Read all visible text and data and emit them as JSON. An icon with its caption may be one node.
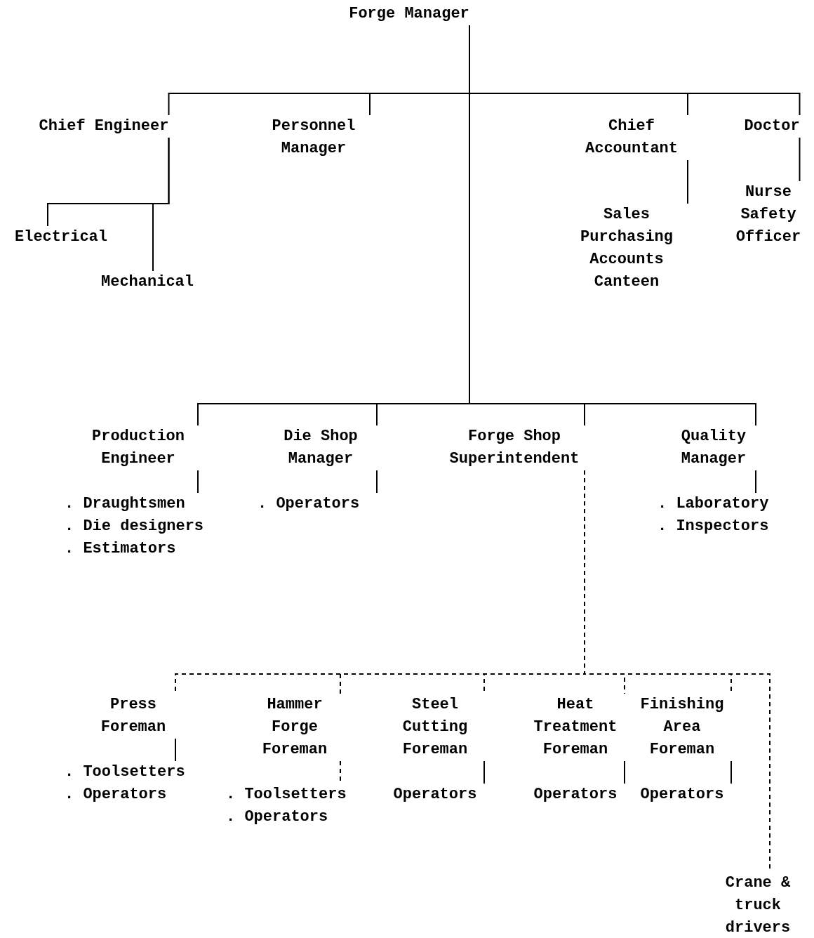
{
  "diagram": {
    "nodes": [
      {
        "text": [
          "Forge Manager"
        ]
      },
      {
        "text": [
          "Chief Engineer"
        ]
      },
      {
        "text": [
          "Personnel Manager"
        ]
      },
      {
        "text": [
          "Chief Accountant"
        ]
      },
      {
        "text": [
          "Doctor"
        ]
      },
      {
        "text": [
          "Electrical"
        ]
      },
      {
        "text": [
          "Mechanical"
        ]
      },
      {
        "text": [
          "Sales",
          "Purchasing",
          "Accounts",
          "Canteen"
        ]
      },
      {
        "text": [
          "Nurse",
          "Safety Officer"
        ]
      },
      {
        "text": [
          "Production Engineer"
        ]
      },
      {
        "text": [
          "Die Shop Manager"
        ]
      },
      {
        "text": [
          "Forge Shop Superintendent"
        ]
      },
      {
        "text": [
          "Quality Manager"
        ]
      },
      {
        "text": [
          ". Draughtsmen",
          ". Die designers",
          ". Estimators"
        ]
      },
      {
        "text": [
          ". Operators"
        ]
      },
      {
        "text": [
          ". Laboratory",
          ". Inspectors"
        ]
      },
      {
        "text": [
          "Press Foreman"
        ]
      },
      {
        "text": [
          "Hammer Forge Foreman"
        ]
      },
      {
        "text": [
          "Steel Cutting Foreman"
        ]
      },
      {
        "text": [
          "Heat Treatment Foreman"
        ]
      },
      {
        "text": [
          "Finishing Area Foreman"
        ]
      },
      {
        "text": [
          "Crane & truck drivers"
        ]
      },
      {
        "text": [
          ". Toolsetters",
          ". Operators"
        ]
      },
      {
        "text": [
          ". Toolsetters",
          ". Operators"
        ]
      },
      {
        "text": [
          "Operators"
        ]
      },
      {
        "text": [
          "Operators"
        ]
      },
      {
        "text": [
          "Operators"
        ]
      }
    ],
    "edges": [
      {
        "from": 0,
        "to": 1,
        "arrow": "none"
      },
      {
        "from": 0,
        "to": 2,
        "arrow": "none"
      },
      {
        "from": 0,
        "to": 3,
        "arrow": "none"
      },
      {
        "from": 0,
        "to": 4,
        "arrow": "none"
      },
      {
        "from": 1,
        "to": 5,
        "arrow": "none"
      },
      {
        "from": 1,
        "to": 6,
        "arrow": "none"
      },
      {
        "from": 3,
        "to": 7,
        "arrow": "none"
      },
      {
        "from": 4,
        "to": 8,
        "arrow": "none"
      },
      {
        "from": 0,
        "to": 9,
        "arrow": "none"
      },
      {
        "from": 0,
        "to": 10,
        "arrow": "none"
      },
      {
        "from": 0,
        "to": 11,
        "arrow": "none"
      },
      {
        "from": 0,
        "to": 12,
        "arrow": "none"
      },
      {
        "from": 9,
        "to": 13,
        "arrow": "none"
      },
      {
        "from": 10,
        "to": 14,
        "arrow": "none"
      },
      {
        "from": 12,
        "to": 15,
        "arrow": "none"
      },
      {
        "from": 11,
        "to": 16,
        "arrow": "none",
        "style": "dashed"
      },
      {
        "from": 11,
        "to": 17,
        "arrow": "none",
        "style": "dashed"
      },
      {
        "from": 11,
        "to": 18,
        "arrow": "none",
        "style": "dashed"
      },
      {
        "from": 11,
        "to": 19,
        "arrow": "none",
        "style": "dashed"
      },
      {
        "from": 11,
        "to": 20,
        "arrow": "none",
        "style": "dashed"
      },
      {
        "from": 11,
        "to": 21,
        "arrow": "none",
        "style": "dashed"
      },
      {
        "from": 16,
        "to": 22,
        "arrow": "none"
      },
      {
        "from": 17,
        "to": 23,
        "arrow": "none",
        "style": "dashed"
      },
      {
        "from": 18,
        "to": 24,
        "arrow": "none"
      },
      {
        "from": 19,
        "to": 25,
        "arrow": "none"
      },
      {
        "from": 20,
        "to": 26,
        "arrow": "none"
      }
    ]
  }
}
